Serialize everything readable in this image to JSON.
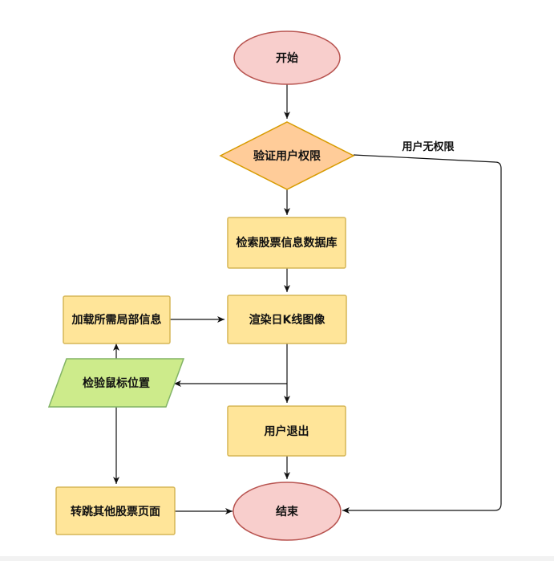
{
  "colors": {
    "terminal_fill": "#f8cecc",
    "terminal_stroke": "#b85450",
    "decision_fill": "#ffcc99",
    "decision_stroke": "#d79b00",
    "process_fill": "#ffe599",
    "process_stroke": "#d6b656",
    "io_fill": "#cdeb8b",
    "io_stroke": "#82b366",
    "line": "#111111"
  },
  "nodes": {
    "start": "开始",
    "verify": "验证用户权限",
    "search": "检索股票信息数据库",
    "render": "渲染日K线图像",
    "load": "加载所需局部信息",
    "detect": "检验鼠标位置",
    "logout": "用户退出",
    "jump": "转跳其他股票页面",
    "end": "结束"
  },
  "edges": {
    "no_permission": "用户无权限"
  }
}
